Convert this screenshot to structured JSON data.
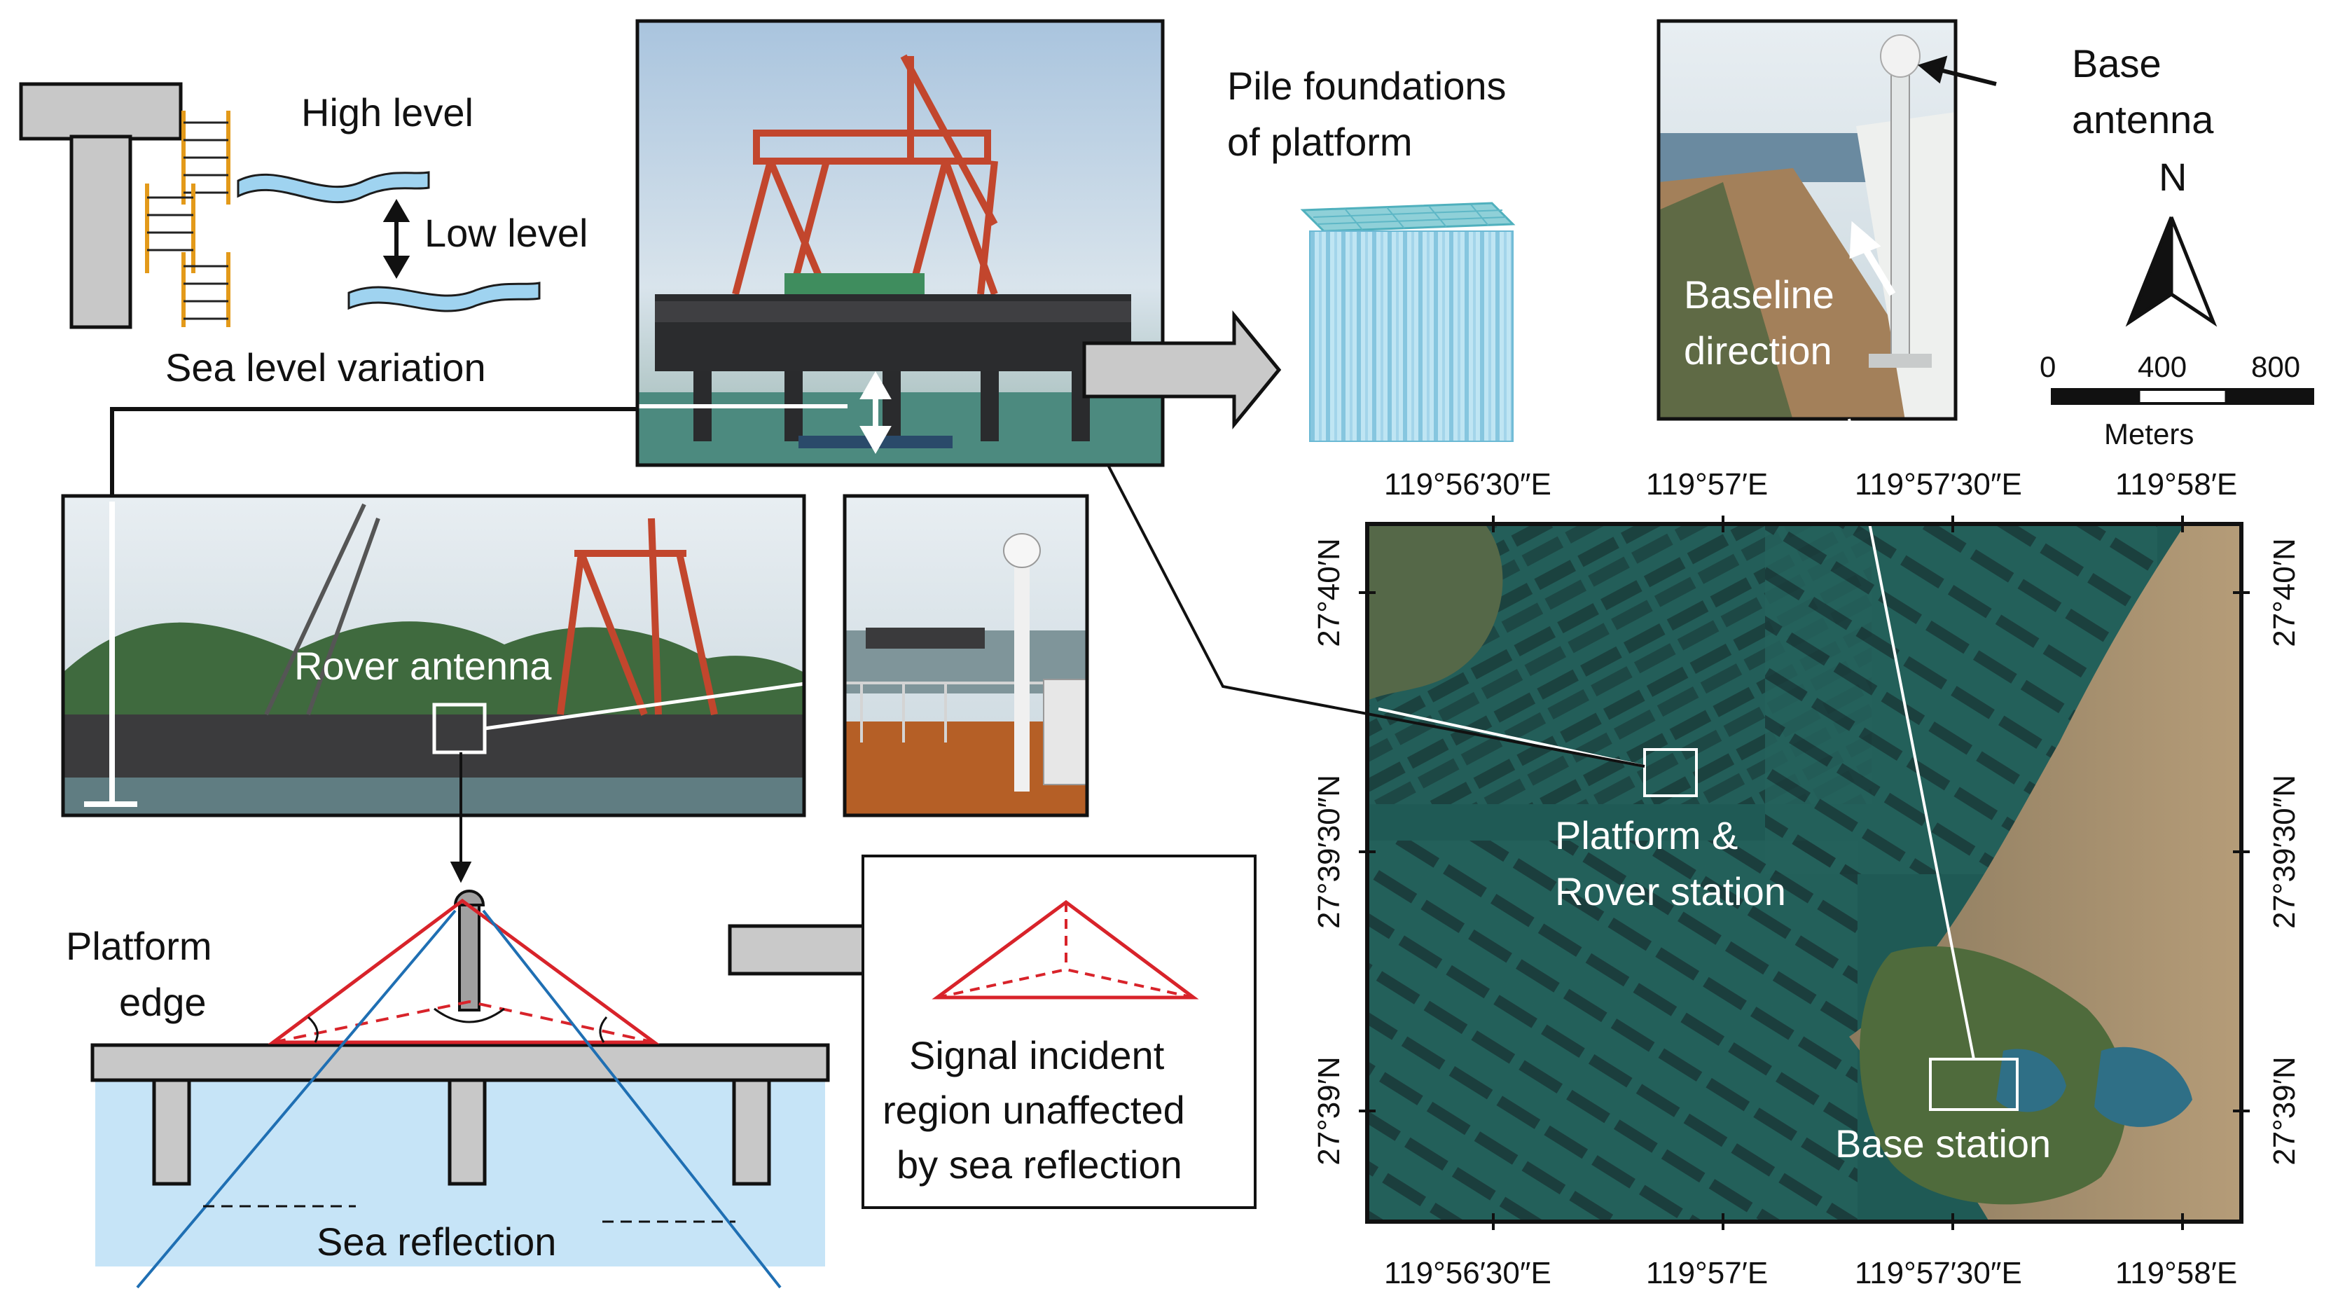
{
  "sea_level": {
    "high_label": "High level",
    "low_label": "Low level",
    "caption": "Sea level variation"
  },
  "pile": {
    "caption_line1": "Pile foundations",
    "caption_line2": "of platform"
  },
  "base_photo": {
    "base_antenna_line1": "Base",
    "base_antenna_line2": "antenna",
    "baseline_line1": "Baseline",
    "baseline_line2": "direction"
  },
  "north_arrow": {
    "label": "N"
  },
  "scale_bar": {
    "ticks": [
      "0",
      "400",
      "800"
    ],
    "unit": "Meters"
  },
  "platform_photo": {
    "rover_label": "Rover antenna"
  },
  "diagram": {
    "platform_edge_line1": "Platform",
    "platform_edge_line2": "edge",
    "sea_reflection": "Sea reflection"
  },
  "legend_box": {
    "line1": "Signal incident",
    "line2": "region unaffected",
    "line3": "by sea reflection"
  },
  "map": {
    "top_lon_labels": [
      "119°56′30″E",
      "119°57′E",
      "119°57′30″E",
      "119°58′E"
    ],
    "bottom_lon_labels": [
      "119°56′30″E",
      "119°57′E",
      "119°57′30″E",
      "119°58′E"
    ],
    "left_lat_labels": [
      "27°40′N",
      "27°39′30″N",
      "27°39′N"
    ],
    "right_lat_labels": [
      "27°40′N",
      "27°39′30″N",
      "27°39′N"
    ],
    "platform_label_line1": "Platform &",
    "platform_label_line2": "Rover station",
    "base_label": "Base station"
  },
  "colors": {
    "structure_gray": "#c8c8c8",
    "ladder_orange": "#e39a1a",
    "sea_blue": "#c6e4f7",
    "wave_blue": "#9fd3f0",
    "signal_red": "#d8232a",
    "ray_blue": "#1f6fb3",
    "map_sea": "#1f5a55",
    "arrow_gray": "#c9c9c9"
  }
}
